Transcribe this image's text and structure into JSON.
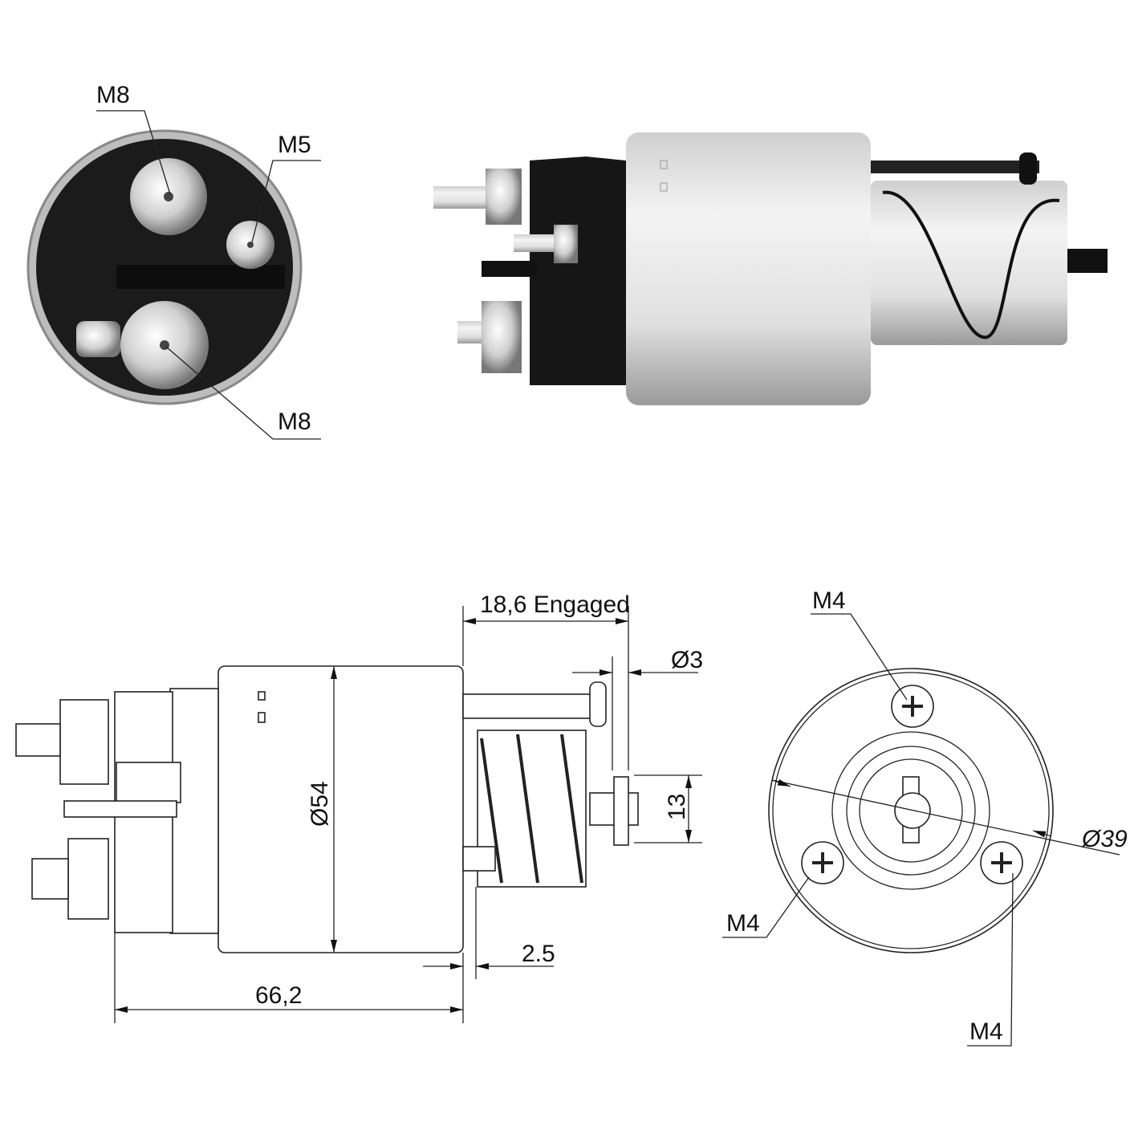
{
  "title": "Starter solenoid technical drawing",
  "photo_front_view": {
    "labels": {
      "top_terminal": "M8",
      "small_terminal": "M5",
      "bottom_terminal": "M8"
    }
  },
  "side_drawing": {
    "engaged_stroke": "18,6 Engaged",
    "pin_diameter": "Ø3",
    "plunger_height": "13",
    "body_diameter": "Ø54",
    "flange_gap": "2.5",
    "body_length": "66,2"
  },
  "end_drawing": {
    "screw_top": "M4",
    "screw_left": "M4",
    "screw_right": "M4",
    "bolt_circle": "Ø39"
  },
  "colors": {
    "body": "#d8d8d8",
    "cap": "#1a1a1a",
    "line": "#222222"
  }
}
